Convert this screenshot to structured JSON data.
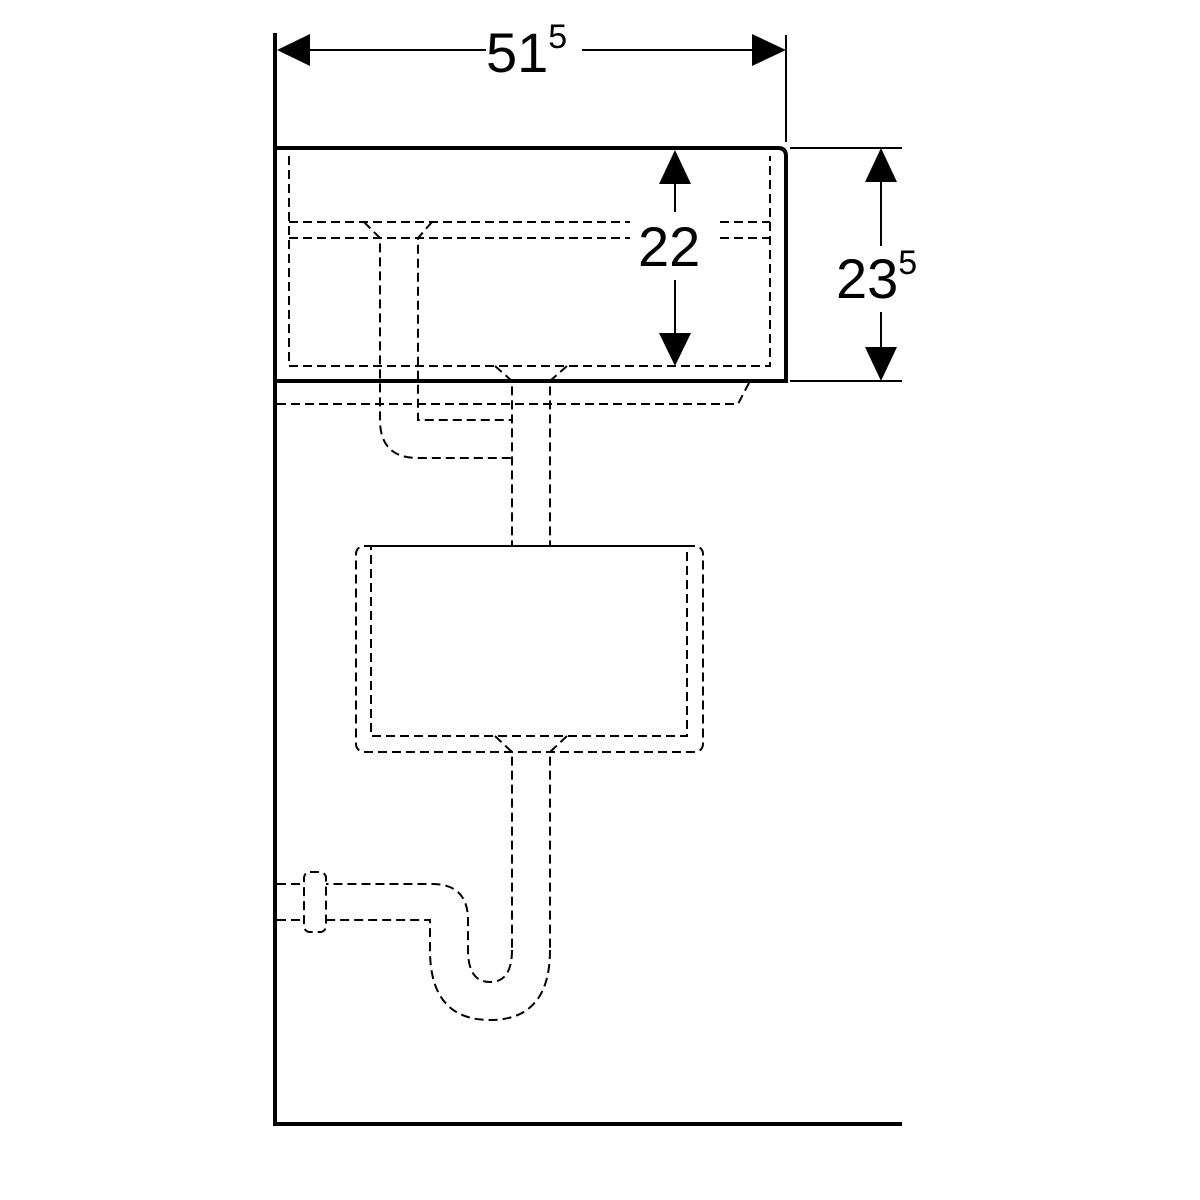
{
  "dimensions": {
    "width": {
      "main": "51",
      "sup": "5"
    },
    "inner_height": {
      "main": "22"
    },
    "outer_height": {
      "main": "23",
      "sup": "5"
    }
  }
}
